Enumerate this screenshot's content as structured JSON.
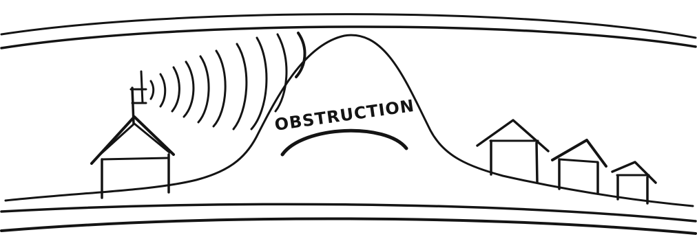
{
  "diagram": {
    "obstruction_label": "OBSTRUCTION",
    "elements": [
      {
        "name": "transmitter-house",
        "count": 1
      },
      {
        "name": "antenna",
        "count": 1
      },
      {
        "name": "signal-waves",
        "count": 9
      },
      {
        "name": "hill-obstruction",
        "count": 1
      },
      {
        "name": "receiver-houses",
        "count": 3
      }
    ]
  }
}
